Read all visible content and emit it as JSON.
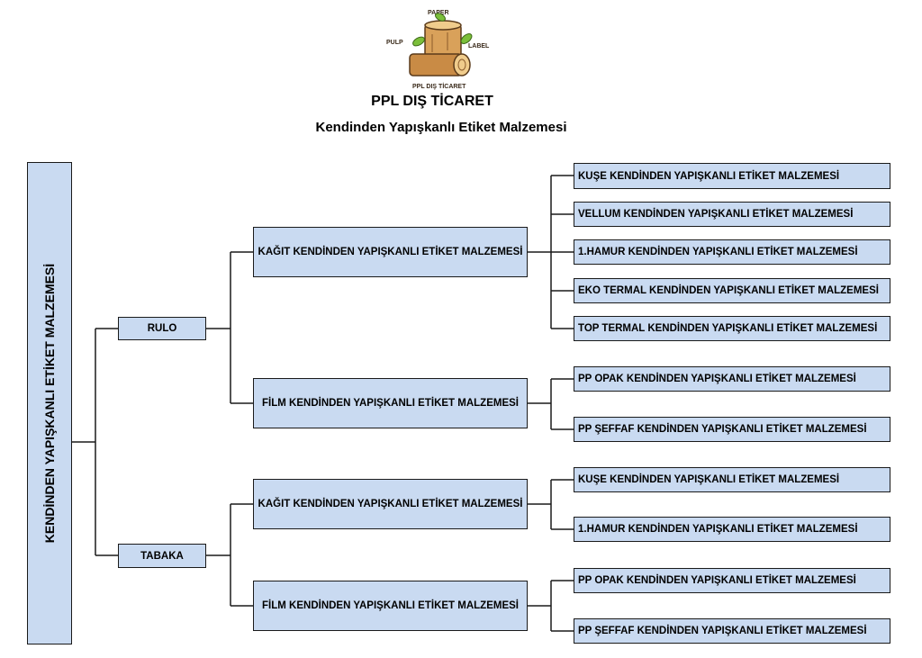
{
  "logo": {
    "top": "PAPER",
    "left": "PULP",
    "right": "LABEL",
    "bottom": "PPL DIŞ TİCARET"
  },
  "header": {
    "title": "PPL DIŞ TİCARET",
    "subtitle": "Kendinden Yapışkanlı Etiket Malzemesi"
  },
  "root": "KENDİNDEN YAPIŞKANLI ETİKET MALZEMESİ",
  "rulo": {
    "label": "RULO",
    "kagit": {
      "label": "KAĞIT KENDİNDEN YAPIŞKANLI ETİKET MALZEMESİ",
      "items": [
        "KUŞE KENDİNDEN YAPIŞKANLI ETİKET MALZEMESİ",
        "VELLUM KENDİNDEN YAPIŞKANLI ETİKET MALZEMESİ",
        "1.HAMUR KENDİNDEN YAPIŞKANLI ETİKET MALZEMESİ",
        "EKO TERMAL KENDİNDEN YAPIŞKANLI ETİKET MALZEMESİ",
        "TOP TERMAL KENDİNDEN YAPIŞKANLI ETİKET MALZEMESİ"
      ]
    },
    "film": {
      "label": "FİLM KENDİNDEN YAPIŞKANLI ETİKET MALZEMESİ",
      "items": [
        "PP OPAK KENDİNDEN YAPIŞKANLI ETİKET MALZEMESİ",
        "PP ŞEFFAF KENDİNDEN YAPIŞKANLI ETİKET MALZEMESİ"
      ]
    }
  },
  "tabaka": {
    "label": "TABAKA",
    "kagit": {
      "label": "KAĞIT KENDİNDEN YAPIŞKANLI ETİKET MALZEMESİ",
      "items": [
        "KUŞE KENDİNDEN YAPIŞKANLI ETİKET MALZEMESİ",
        "1.HAMUR KENDİNDEN YAPIŞKANLI ETİKET MALZEMESİ"
      ]
    },
    "film": {
      "label": "FİLM KENDİNDEN YAPIŞKANLI ETİKET MALZEMESİ",
      "items": [
        "PP OPAK KENDİNDEN YAPIŞKANLI ETİKET MALZEMESİ",
        "PP ŞEFFAF KENDİNDEN YAPIŞKANLI ETİKET MALZEMESİ"
      ]
    }
  },
  "colors": {
    "box_fill": "#c9daf1",
    "line": "#1a1a1a"
  }
}
